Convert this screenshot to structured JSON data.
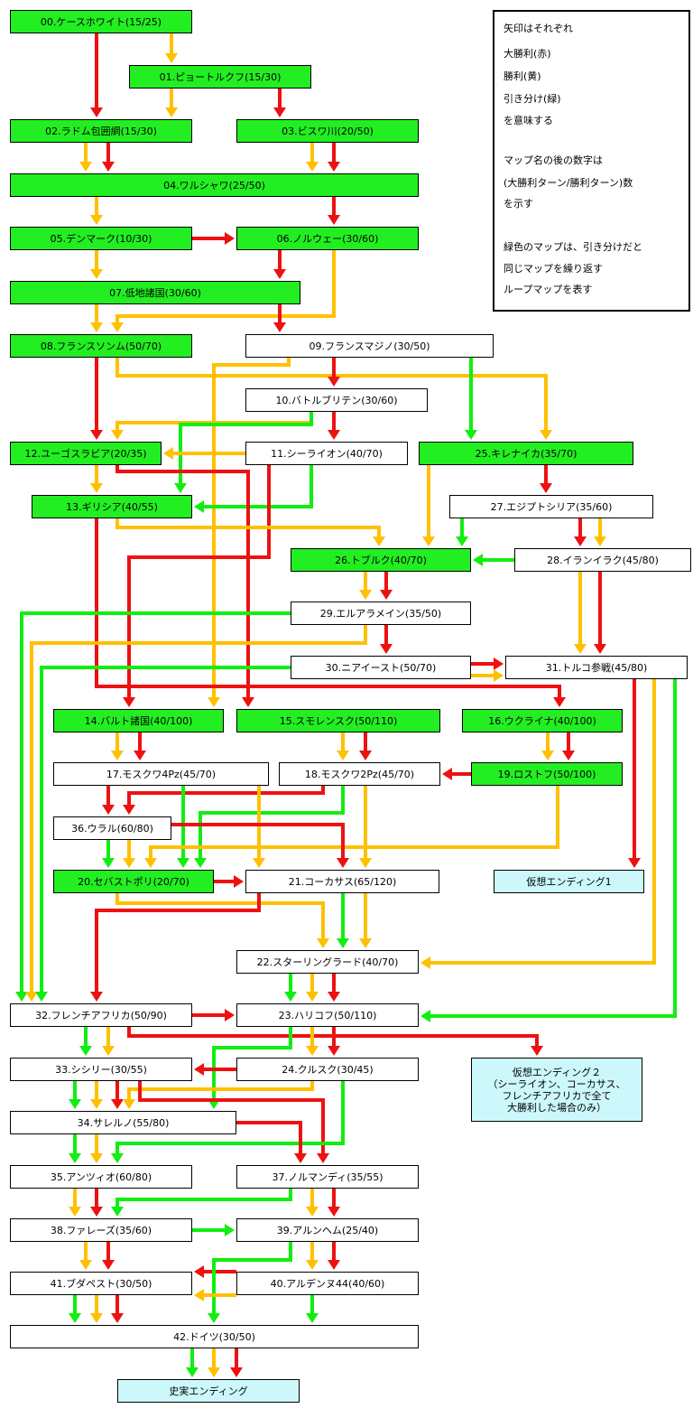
{
  "nodes": [
    {
      "id": "n00",
      "label": "00.ケースホワイト(15/25)",
      "kind": "loop"
    },
    {
      "id": "n01",
      "label": "01.ピョートルクフ(15/30)",
      "kind": "loop"
    },
    {
      "id": "n02",
      "label": "02.ラドム包囲網(15/30)",
      "kind": "loop"
    },
    {
      "id": "n03",
      "label": "03.ビスワ川(20/50)",
      "kind": "loop"
    },
    {
      "id": "n04",
      "label": "04.ワルシャワ(25/50)",
      "kind": "loop"
    },
    {
      "id": "n05",
      "label": "05.デンマーク(10/30)",
      "kind": "loop"
    },
    {
      "id": "n06",
      "label": "06.ノルウェー(30/60)",
      "kind": "loop"
    },
    {
      "id": "n07",
      "label": "07.低地諸国(30/60)",
      "kind": "loop"
    },
    {
      "id": "n08",
      "label": "08.フランスソンム(50/70)",
      "kind": "loop"
    },
    {
      "id": "n09",
      "label": "09.フランスマジノ(30/50)",
      "kind": "normal"
    },
    {
      "id": "n10",
      "label": "10.バトルブリテン(30/60)",
      "kind": "normal"
    },
    {
      "id": "n11",
      "label": "11.シーライオン(40/70)",
      "kind": "normal"
    },
    {
      "id": "n12",
      "label": "12.ユーゴスラビア(20/35)",
      "kind": "loop"
    },
    {
      "id": "n13",
      "label": "13.ギリシア(40/55)",
      "kind": "loop"
    },
    {
      "id": "n14",
      "label": "14.バルト諸国(40/100)",
      "kind": "loop"
    },
    {
      "id": "n15",
      "label": "15.スモレンスク(50/110)",
      "kind": "loop"
    },
    {
      "id": "n16",
      "label": "16.ウクライナ(40/100)",
      "kind": "loop"
    },
    {
      "id": "n17",
      "label": "17.モスクワ4Pz(45/70)",
      "kind": "normal"
    },
    {
      "id": "n18",
      "label": "18.モスクワ2Pz(45/70)",
      "kind": "normal"
    },
    {
      "id": "n19",
      "label": "19.ロストフ(50/100)",
      "kind": "loop"
    },
    {
      "id": "n20",
      "label": "20.セバストポリ(20/70)",
      "kind": "loop"
    },
    {
      "id": "n21",
      "label": "21.コーカサス(65/120)",
      "kind": "normal"
    },
    {
      "id": "n22",
      "label": "22.スターリングラード(40/70)",
      "kind": "normal"
    },
    {
      "id": "n23",
      "label": "23.ハリコフ(50/110)",
      "kind": "normal"
    },
    {
      "id": "n24",
      "label": "24.クルスク(30/45)",
      "kind": "normal"
    },
    {
      "id": "n25",
      "label": "25.キレナイカ(35/70)",
      "kind": "loop"
    },
    {
      "id": "n26",
      "label": "26.トブルク(40/70)",
      "kind": "loop"
    },
    {
      "id": "n27",
      "label": "27.エジプトシリア(35/60)",
      "kind": "normal"
    },
    {
      "id": "n28",
      "label": "28.イランイラク(45/80)",
      "kind": "normal"
    },
    {
      "id": "n29",
      "label": "29.エルアラメイン(35/50)",
      "kind": "normal"
    },
    {
      "id": "n30",
      "label": "30.ニアイースト(50/70)",
      "kind": "normal"
    },
    {
      "id": "n31",
      "label": "31.トルコ参戦(45/80)",
      "kind": "normal"
    },
    {
      "id": "n32",
      "label": "32.フレンチアフリカ(50/90)",
      "kind": "normal"
    },
    {
      "id": "n33",
      "label": "33.シシリー(30/55)",
      "kind": "normal"
    },
    {
      "id": "n34",
      "label": "34.サレルノ(55/80)",
      "kind": "normal"
    },
    {
      "id": "n35",
      "label": "35.アンツィオ(60/80)",
      "kind": "normal"
    },
    {
      "id": "n37",
      "label": "37.ノルマンディ(35/55)",
      "kind": "normal"
    },
    {
      "id": "n38",
      "label": "38.ファレーズ(35/60)",
      "kind": "normal"
    },
    {
      "id": "n39",
      "label": "39.アルンヘム(25/40)",
      "kind": "normal"
    },
    {
      "id": "n40",
      "label": "40.アルデンヌ44(40/60)",
      "kind": "normal"
    },
    {
      "id": "n41",
      "label": "41.ブダペスト(30/50)",
      "kind": "normal"
    },
    {
      "id": "n42",
      "label": "42.ドイツ(30/50)",
      "kind": "normal"
    },
    {
      "id": "e1",
      "label": "仮想エンディング1",
      "kind": "ending"
    },
    {
      "id": "e2",
      "label": "仮想エンディング２\n（シーライオン、コーカサス、\nフレンチアフリカで全て\n大勝利した場合のみ）",
      "kind": "ending"
    },
    {
      "id": "eh",
      "label": "史実エンディング",
      "kind": "ending"
    }
  ],
  "legend": {
    "intro": "矢印はそれぞれ",
    "big_win": "大勝利(赤)",
    "win": "勝利(黄)",
    "draw": "引き分け(緑)",
    "meaning": "を意味する",
    "note1": "マップ名の後の数字は",
    "note2": "(大勝利ターン/勝利ターン)数",
    "note3": "を示す",
    "note4": "緑色のマップは、引き分けだと",
    "note5": "同じマップを繰り返す",
    "note6": "ループマップを表す"
  },
  "colors": {
    "big_win": "#ee1111",
    "win": "#ffc000",
    "draw": "#11ee11",
    "loop_map": "#22ee22",
    "ending": "#ccf8fc"
  }
}
